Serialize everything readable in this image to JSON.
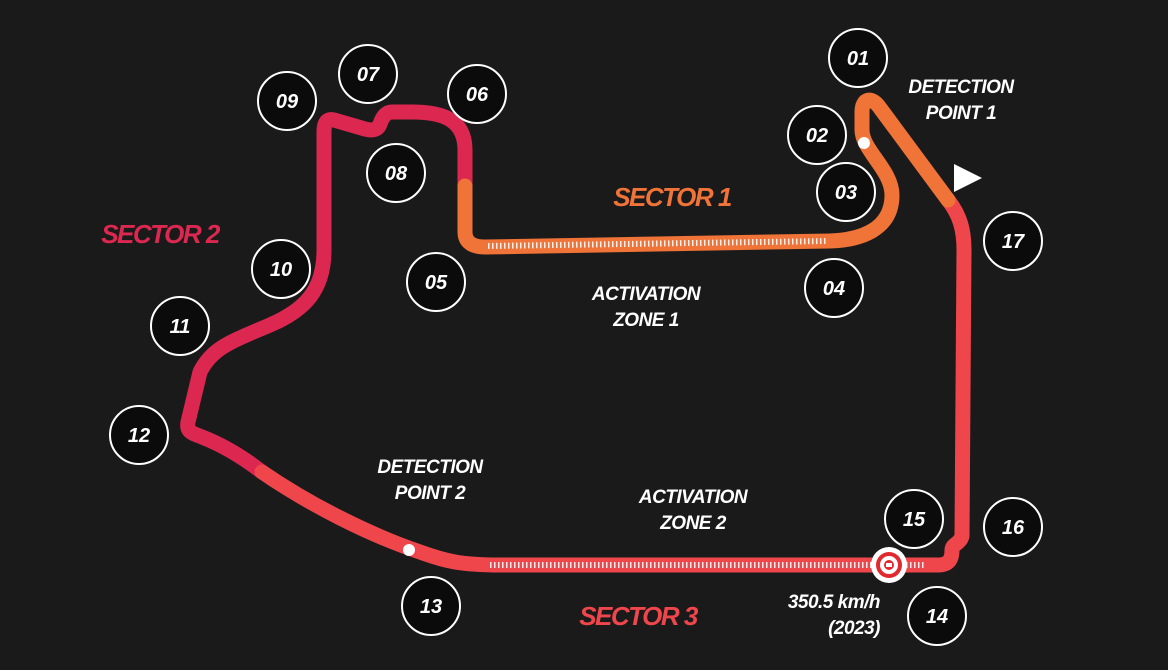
{
  "map": {
    "background": "#1b1a1b",
    "sector_colors": {
      "sector1": "#f07337",
      "sector2": "#dc2850",
      "sector3": "#ef464c"
    },
    "sectors": [
      {
        "id": "sector1",
        "label": "SECTOR 1"
      },
      {
        "id": "sector2",
        "label": "SECTOR 2"
      },
      {
        "id": "sector3",
        "label": "SECTOR 3"
      }
    ],
    "turns": [
      "01",
      "02",
      "03",
      "04",
      "05",
      "06",
      "07",
      "08",
      "09",
      "10",
      "11",
      "12",
      "13",
      "14",
      "15",
      "16",
      "17"
    ],
    "detection_points": [
      {
        "line1": "DETECTION",
        "line2": "POINT 1"
      },
      {
        "line1": "DETECTION",
        "line2": "POINT 2"
      }
    ],
    "activation_zones": [
      {
        "line1": "ACTIVATION",
        "line2": "ZONE 1"
      },
      {
        "line1": "ACTIVATION",
        "line2": "ZONE 2"
      }
    ],
    "speed_trap": {
      "speed": "350.5 km/h",
      "year": "(2023)"
    },
    "start_direction_icon": "play-triangle"
  }
}
